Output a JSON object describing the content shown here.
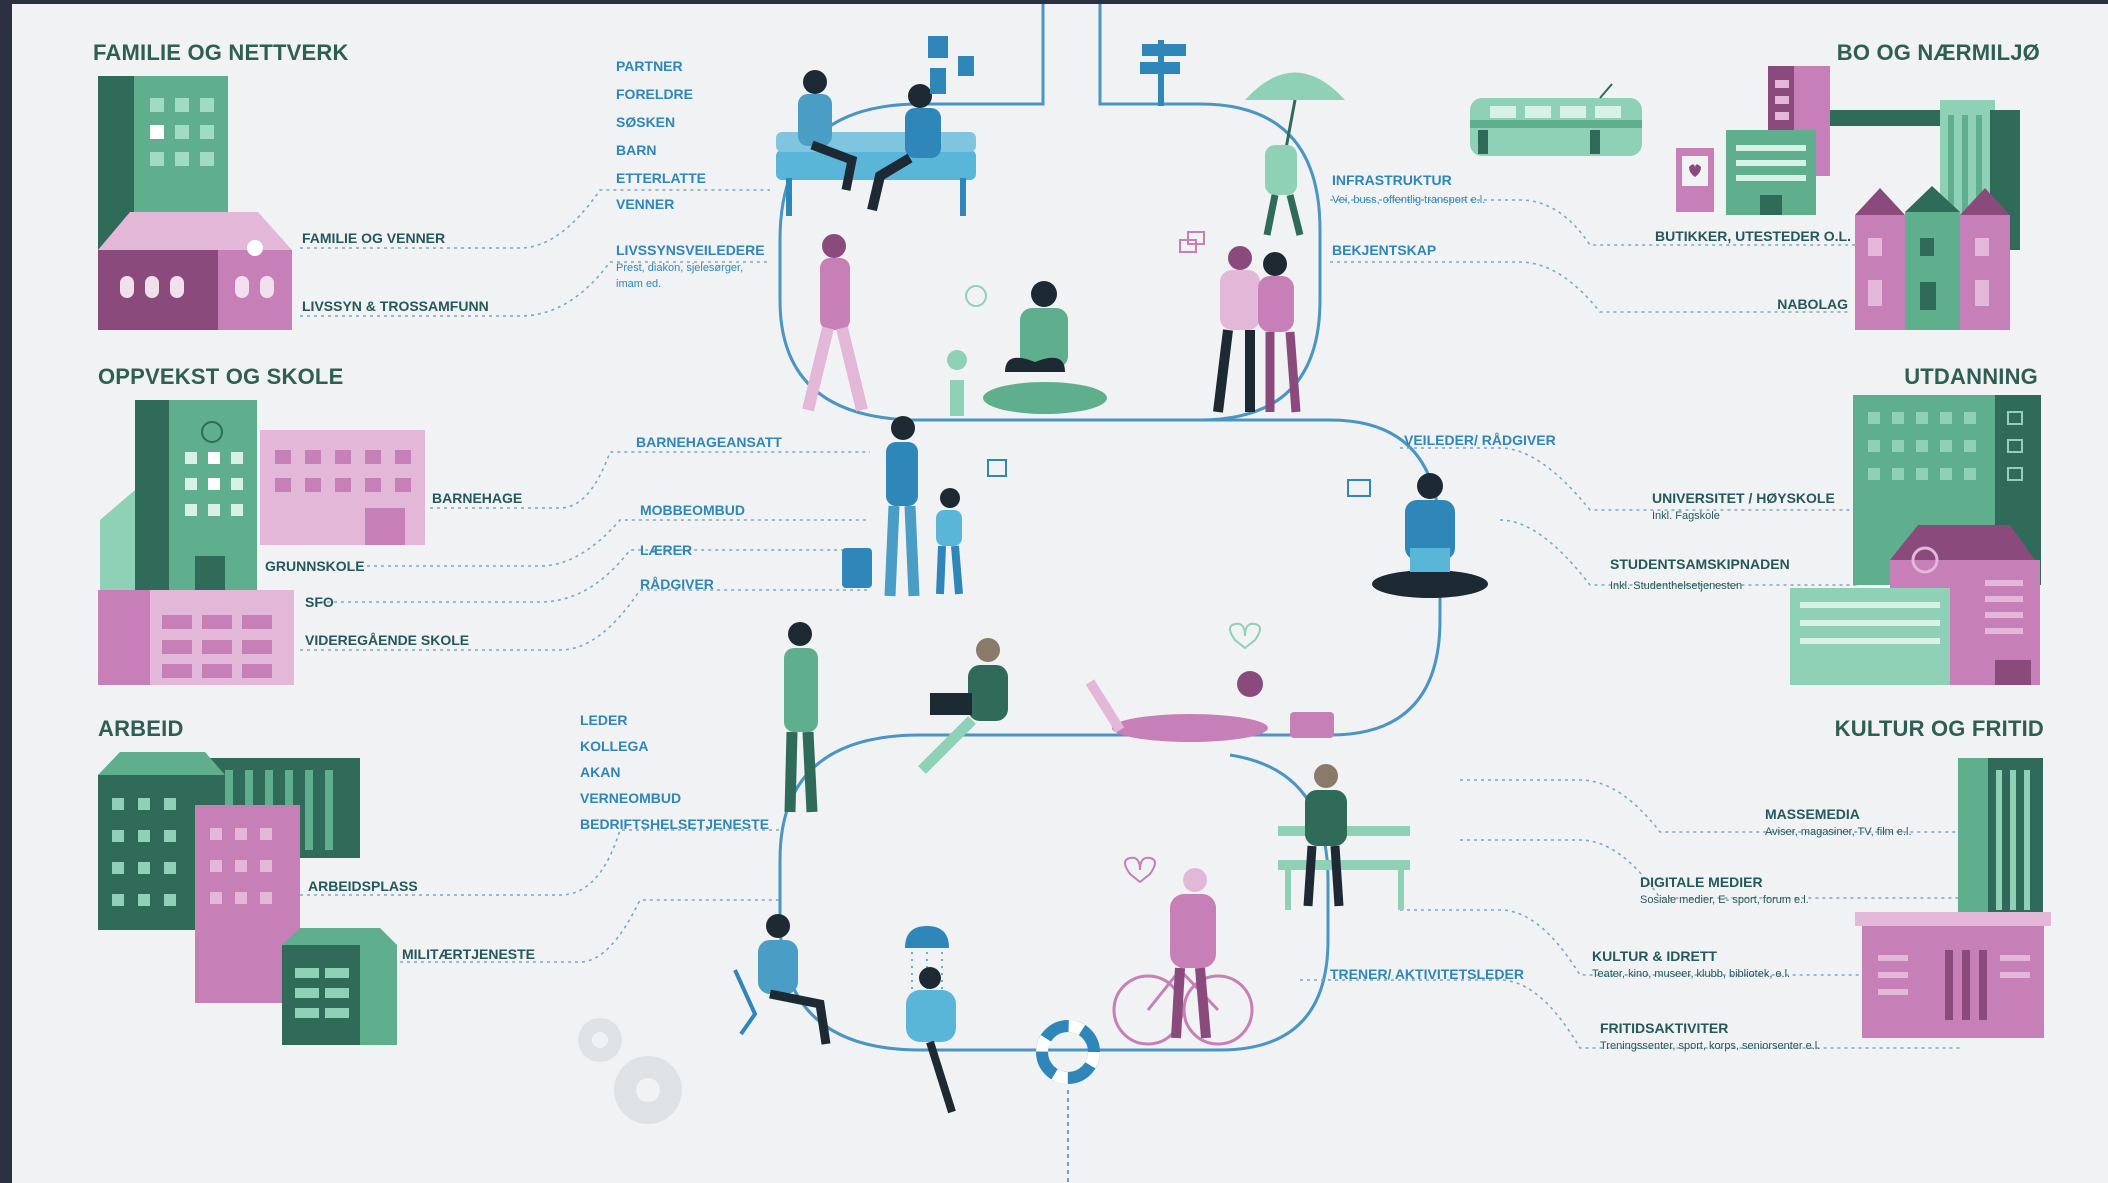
{
  "colors": {
    "teal_dark": "#2f6b58",
    "teal": "#5fae8e",
    "mint": "#8fd1b6",
    "pink": "#c77fb8",
    "pink_light": "#e3b7d8",
    "blue": "#2f86b8",
    "blue_light": "#5ab6d8",
    "line": "#4a95c2"
  },
  "sections": {
    "family": "FAMILIE OG NETTVERK",
    "living": "BO OG NÆRMILJØ",
    "childhood": "OPPVEKST OG SKOLE",
    "education": "UTDANNING",
    "work": "ARBEID",
    "culture": "KULTUR OG FRITID"
  },
  "left_labels": {
    "family_friends": "FAMILIE OG VENNER",
    "faith": "LIVSSYN & TROSSAMFUNN",
    "kindergarten": "BARNEHAGE",
    "primary": "GRUNNSKOLE",
    "sfo": "SFO",
    "secondary": "VIDEREGÅENDE SKOLE",
    "workplace": "ARBEIDSPLASS",
    "military": "MILITÆRTJENESTE"
  },
  "right_labels": {
    "shops": "BUTIKKER, UTESTEDER O.L.",
    "neighborhood": "NABOLAG",
    "university": "UNIVERSITET / HØYSKOLE",
    "university_sub": "Inkl. Fagskole",
    "student_org": "STUDENTSAMSKIPNADEN",
    "student_org_sub": "Inkl. Studenthelsetjenesten",
    "mass_media": "MASSEMEDIA",
    "mass_media_sub": "Aviser, magasiner, TV, film e.l.",
    "digital_media": "DIGITALE MEDIER",
    "digital_media_sub": "Sosiale medier, E- sport, forum e.l.",
    "culture_sport": "KULTUR & IDRETT",
    "culture_sport_sub": "Teater, kino, museer, klubb, bibliotek, e.l.",
    "leisure": "FRITIDSAKTIVITER",
    "leisure_sub": "Treningssenter, sport, korps, seniorsenter e.l."
  },
  "path_labels": {
    "family_list": [
      "PARTNER",
      "FORELDRE",
      "SØSKEN",
      "BARN",
      "ETTERLATTE",
      "VENNER"
    ],
    "counselor": "LIVSSYNSVEILEDERE",
    "counselor_sub": [
      "Prest, diakon, sjelesørger,",
      "imam ed."
    ],
    "infrastructure": "INFRASTRUKTUR",
    "infrastructure_sub": "Vei, buss, offentlig transport e.l.",
    "acquaintance": "BEKJENTSKAP",
    "kindergarten_staff": "BARNEHAGEANSATT",
    "bully_officer": "MOBBEOMBUD",
    "teacher": "LÆRER",
    "advisor": "RÅDGIVER",
    "guide_advisor": "VEILEDER/ RÅDGIVER",
    "work_list": [
      "LEDER",
      "KOLLEGA",
      "AKAN",
      "VERNEOMBUD",
      "BEDRIFTSHELSETJENESTE"
    ],
    "coach": "TRENER/ AKTIVITETSLEDER"
  }
}
